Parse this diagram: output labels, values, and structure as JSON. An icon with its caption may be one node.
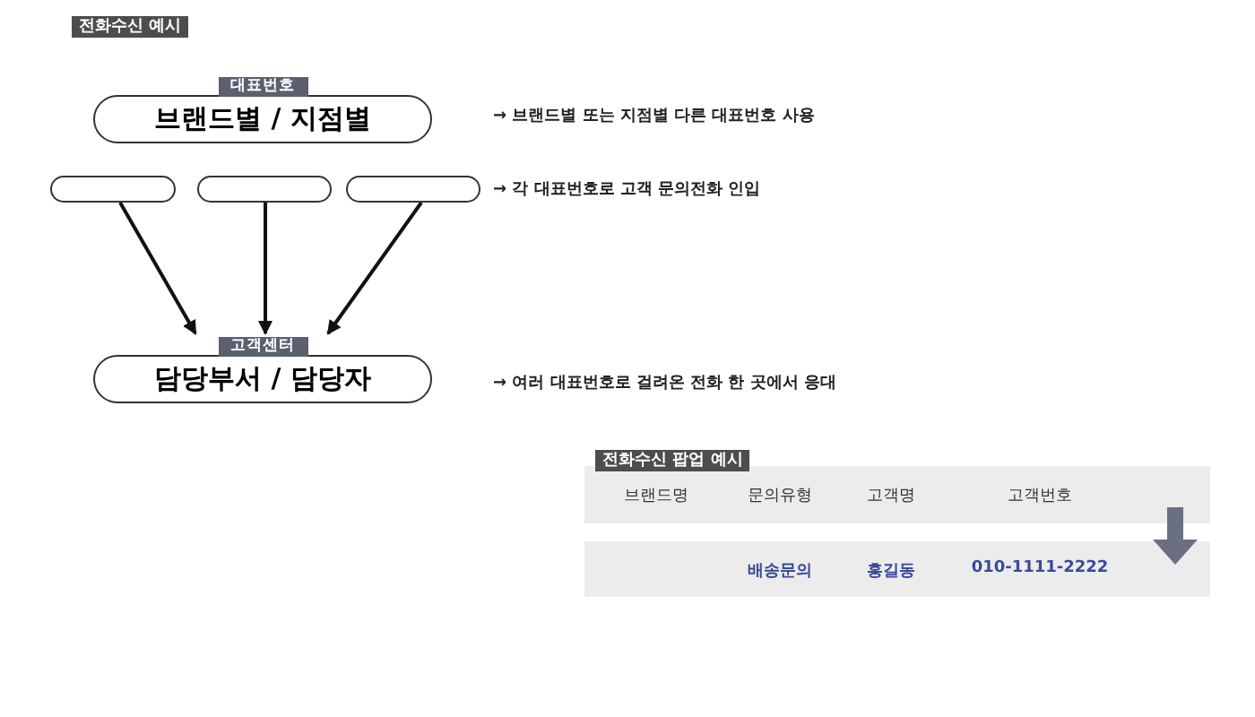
{
  "diagram": {
    "nodes": [
      {
        "text": [
          "대표번호",
          "브랜드별 / 지점별"
        ],
        "beside": [
          "→ 브랜드별 또는 지점별 다른 대표번호 사용"
        ]
      },
      {
        "text": [],
        "shape": "box"
      },
      {
        "text": [],
        "shape": "box"
      },
      {
        "text": [],
        "shape": "box"
      },
      {
        "text": [
          "고객센터",
          "담당부서 / 담당자"
        ],
        "beside": [
          "→ 여러 대표번호로 걸려온 전화 한 곳에서 응대"
        ]
      }
    ],
    "edges": [
      {
        "from": 1,
        "to": 4,
        "arrow": "to"
      },
      {
        "from": 2,
        "to": 4,
        "arrow": "to"
      },
      {
        "from": 3,
        "to": 4,
        "arrow": "to"
      }
    ],
    "labels": [
      "전화수신 예시",
      "→ 각 대표번호로 고객 문의전화 인입",
      "전화수신 팝업 예시",
      "브랜드명",
      "문의유형",
      "고객명",
      "고객번호",
      "배송문의",
      "홍길동",
      "010-1111-2222"
    ]
  }
}
